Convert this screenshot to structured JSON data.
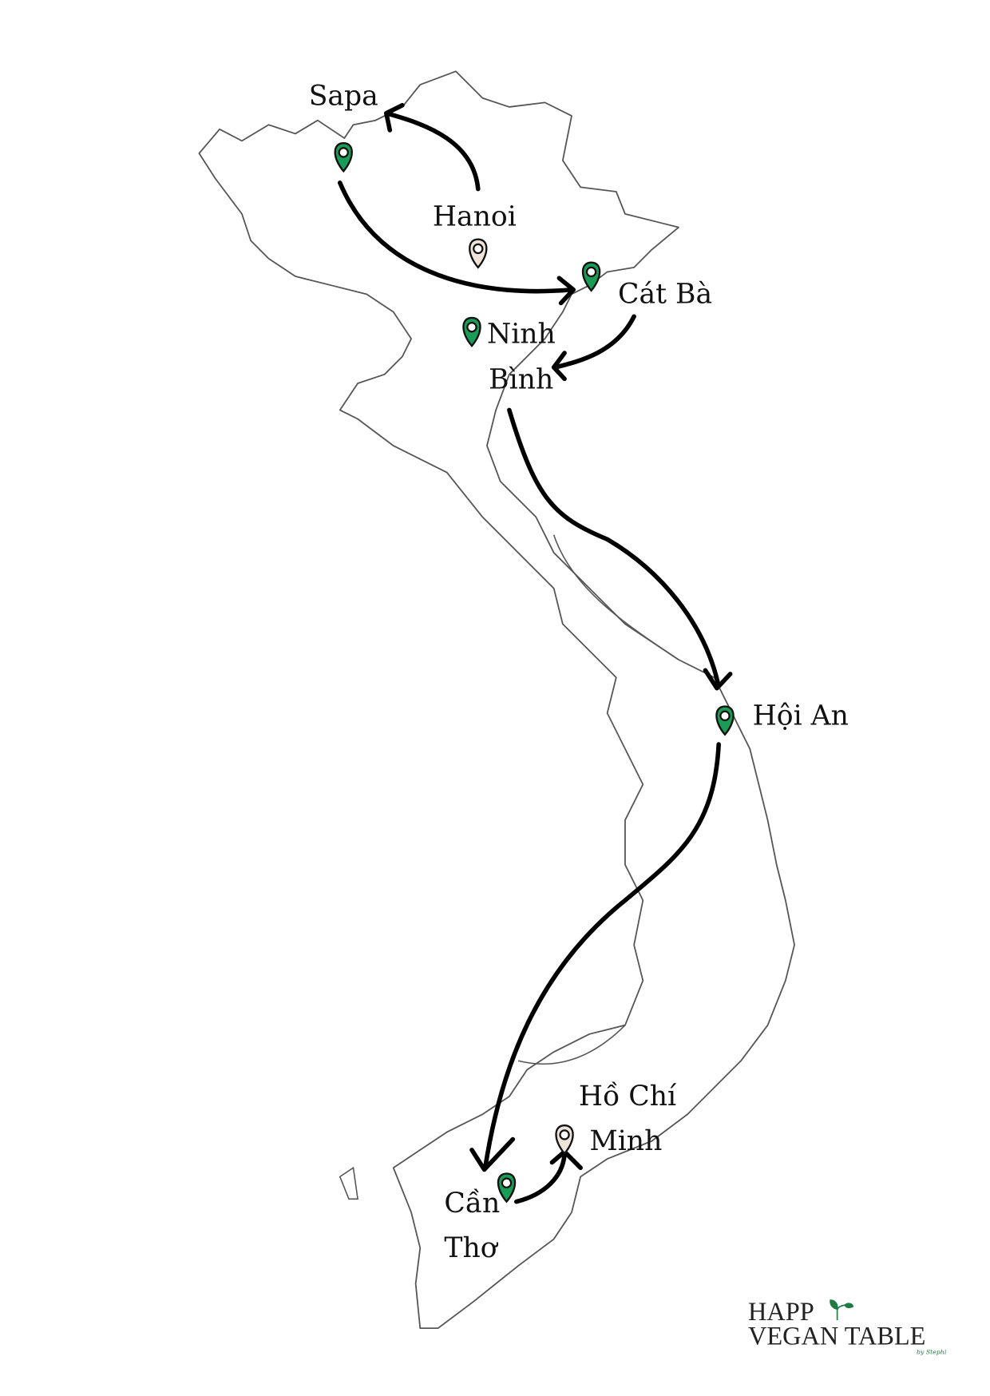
{
  "map": {
    "stops": [
      {
        "id": "sapa",
        "lines": [
          "Sapa"
        ],
        "pin": "green"
      },
      {
        "id": "hanoi",
        "lines": [
          "Hanoi"
        ],
        "pin": "beige"
      },
      {
        "id": "cat-ba",
        "lines": [
          "Cát Bà"
        ],
        "pin": "green"
      },
      {
        "id": "ninh-binh",
        "lines": [
          "Ninh",
          "Bình"
        ],
        "pin": "green"
      },
      {
        "id": "hoi-an",
        "lines": [
          "Hội An"
        ],
        "pin": "green"
      },
      {
        "id": "ho-chi-minh",
        "lines": [
          "Hồ Chí",
          "Minh"
        ],
        "pin": "beige"
      },
      {
        "id": "can-tho",
        "lines": [
          "Cần",
          "Thơ"
        ],
        "pin": "green"
      }
    ],
    "route": [
      "Hanoi",
      "Sapa",
      "Cát Bà",
      "Ninh Bình",
      "Hội An",
      "Cần Thơ",
      "Hồ Chí Minh"
    ]
  },
  "colors": {
    "pin_green": "#1a9c57",
    "pin_beige": "#efe4da",
    "outline": "#555555",
    "arrow": "#000000",
    "leaf": "#1f7a43"
  },
  "logo": {
    "line1": "HAPP",
    "line2": "VEGAN TABLE",
    "byline": "by Stephi"
  }
}
